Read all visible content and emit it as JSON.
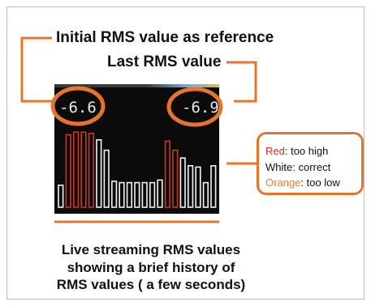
{
  "labels": {
    "initial_rms": "Initial RMS value as reference",
    "last_rms": "Last RMS value"
  },
  "screen": {
    "initial_readout": "-6.6",
    "last_readout": "-6.9",
    "bars": [
      {
        "level": 0.17,
        "state": "correct"
      },
      {
        "level": 0.56,
        "state": "too_high"
      },
      {
        "level": 0.58,
        "state": "too_high"
      },
      {
        "level": 0.58,
        "state": "too_high"
      },
      {
        "level": 0.57,
        "state": "too_high"
      },
      {
        "level": 0.52,
        "state": "correct"
      },
      {
        "level": 0.44,
        "state": "correct"
      },
      {
        "level": 0.2,
        "state": "correct"
      },
      {
        "level": 0.19,
        "state": "correct"
      },
      {
        "level": 0.19,
        "state": "correct"
      },
      {
        "level": 0.19,
        "state": "correct"
      },
      {
        "level": 0.19,
        "state": "correct"
      },
      {
        "level": 0.19,
        "state": "correct"
      },
      {
        "level": 0.21,
        "state": "correct"
      },
      {
        "level": 0.51,
        "state": "too_high"
      },
      {
        "level": 0.44,
        "state": "too_high"
      },
      {
        "level": 0.38,
        "state": "correct"
      },
      {
        "level": 0.32,
        "state": "correct"
      },
      {
        "level": 0.31,
        "state": "correct"
      },
      {
        "level": 0.19,
        "state": "correct"
      },
      {
        "level": 0.32,
        "state": "correct"
      }
    ]
  },
  "legend": {
    "red_key": "Red",
    "red_desc": ": too high",
    "white_key": "White",
    "white_desc": ": correct",
    "orange_key": "Orange",
    "orange_desc": ": too low"
  },
  "caption": {
    "line1": "Live streaming RMS values",
    "line2": "showing a brief history of",
    "line3": "RMS values ( a few seconds)"
  },
  "colors": {
    "accent": "#e8742a",
    "too_high": "#d0351f",
    "correct": "#f2f2f2",
    "too_low": "#ee7a26",
    "screen_bg": "#0b0b0b"
  }
}
